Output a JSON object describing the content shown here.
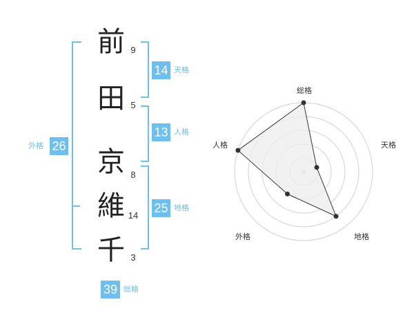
{
  "name_chars": [
    "前",
    "田",
    "京",
    "維",
    "千"
  ],
  "stroke_counts": [
    "9",
    "5",
    "8",
    "14",
    "3"
  ],
  "fortunes": {
    "tenkaku": {
      "value": "14",
      "label": "天格"
    },
    "jinkaku": {
      "value": "13",
      "label": "人格"
    },
    "chikaku": {
      "value": "25",
      "label": "地格"
    },
    "gaikaku": {
      "value": "26",
      "label": "外格"
    },
    "soukaku": {
      "value": "39",
      "label": "総格"
    }
  },
  "radar": {
    "axes": [
      "総格",
      "天格",
      "地格",
      "外格",
      "人格"
    ],
    "scores": [
      5,
      1,
      4,
      2,
      5
    ],
    "max": 5,
    "colors": {
      "fill": "#eeeeee",
      "line": "#333333",
      "grid": "#d0d0d0",
      "point": "#333333"
    }
  },
  "accent_color": "#6fbfee"
}
